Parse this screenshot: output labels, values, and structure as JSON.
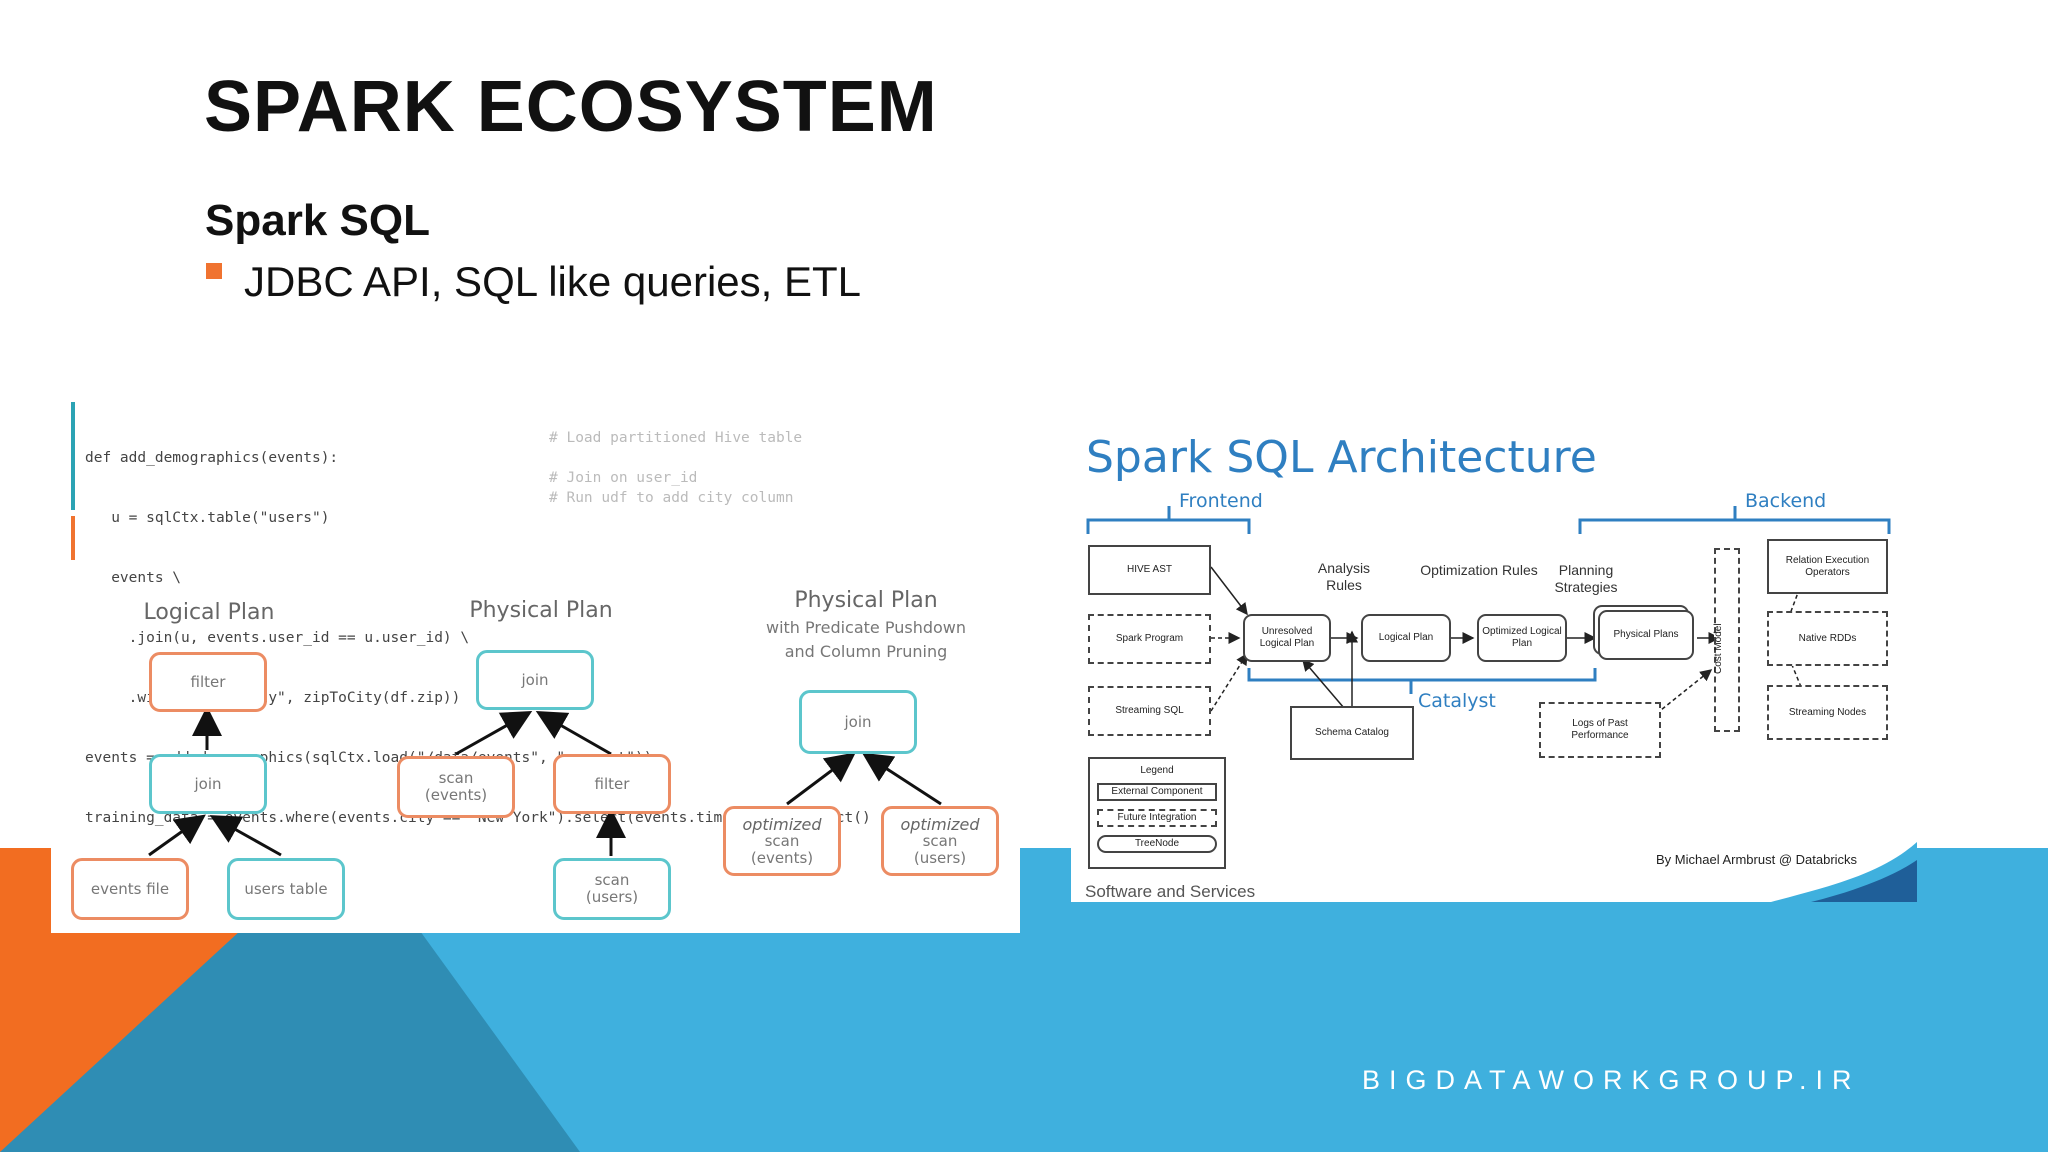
{
  "slide": {
    "title": "SPARK ECOSYSTEM",
    "subtitle": "Spark SQL",
    "bullet": "JDBC API, SQL like queries, ETL",
    "footer": "BIGDATAWORKGROUP.IR",
    "colors": {
      "orange": "#f07330",
      "blue": "#3fb0de",
      "dark_blue": "#2b8fb8",
      "teal": "#5cc6cc"
    }
  },
  "code": {
    "lines": [
      "def add_demographics(events):",
      "   u = sqlCtx.table(\"users\")",
      "   events \\",
      "     .join(u, events.user_id == u.user_id) \\",
      "     .withColumn(\"city\", zipToCity(df.zip))",
      "events = add_demographics(sqlCtx.load(\"/data/events\", \"parquet\"))",
      "training_data = events.where(events.city == \"New York\").select(events.timestamp).collect()"
    ],
    "comments": [
      "# Load partitioned Hive table",
      "# Join on user_id",
      "# Run udf to add city column"
    ]
  },
  "plans": {
    "logical": {
      "label": "Logical Plan",
      "filter": "filter",
      "join": "join",
      "events": "events file",
      "users": "users table"
    },
    "physical": {
      "label": "Physical Plan",
      "join": "join",
      "scan": "scan",
      "scan_sub": "(events)",
      "filter": "filter",
      "scan2": "scan",
      "scan2_sub": "(users)"
    },
    "pushdown": {
      "label": "Physical Plan",
      "sub1": "with Predicate Pushdown",
      "sub2": "and Column Pruning",
      "join": "join",
      "left_opt": "optimized",
      "left_scan": "scan",
      "left_sub": "(events)",
      "right_opt": "optimized",
      "right_scan": "scan",
      "right_sub": "(users)"
    }
  },
  "architecture": {
    "title": "Spark SQL Architecture",
    "frontend": "Frontend",
    "backend": "Backend",
    "catalyst": "Catalyst",
    "inputs": [
      "HIVE AST",
      "Spark Program",
      "Streaming SQL"
    ],
    "analysis_rules": "Analysis Rules",
    "optimization_rules": "Optimization Rules",
    "planning_strategies": "Planning Strategies",
    "unresolved": "Unresolved Logical Plan",
    "logical": "Logical Plan",
    "optimized": "Optimized Logical Plan",
    "physical": "Physical Plans",
    "cost_model": "Cost Model",
    "schema_catalog": "Schema Catalog",
    "logs": "Logs of Past Performance",
    "outputs": [
      "Relation Execution Operators",
      "Native RDDs",
      "Streaming Nodes"
    ],
    "legend": {
      "title": "Legend",
      "items": [
        "External Component",
        "Future Integration",
        "TreeNode"
      ]
    },
    "credit": "By Michael Armbrust @ Databricks",
    "company": "Software and Services"
  }
}
